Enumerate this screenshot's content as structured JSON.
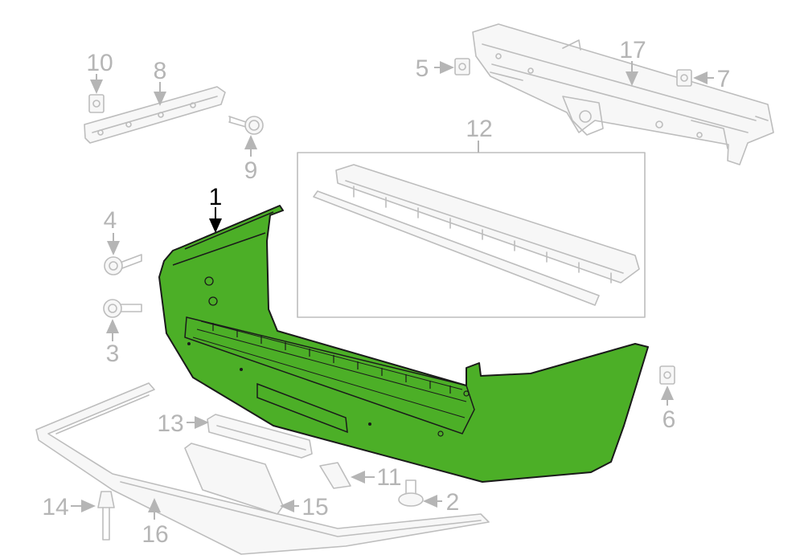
{
  "colors": {
    "highlight": "#4caf27",
    "outline": "#bdbdbd",
    "callout_gray": "#b5b5b5",
    "callout_active": "#000000"
  },
  "callouts": {
    "c1": "1",
    "c2": "2",
    "c3": "3",
    "c4": "4",
    "c5": "5",
    "c6": "6",
    "c7": "7",
    "c8": "8",
    "c9": "9",
    "c10": "10",
    "c11": "11",
    "c12": "12",
    "c13": "13",
    "c14": "14",
    "c15": "15",
    "c16": "16",
    "c17": "17"
  },
  "highlighted_part": "1"
}
